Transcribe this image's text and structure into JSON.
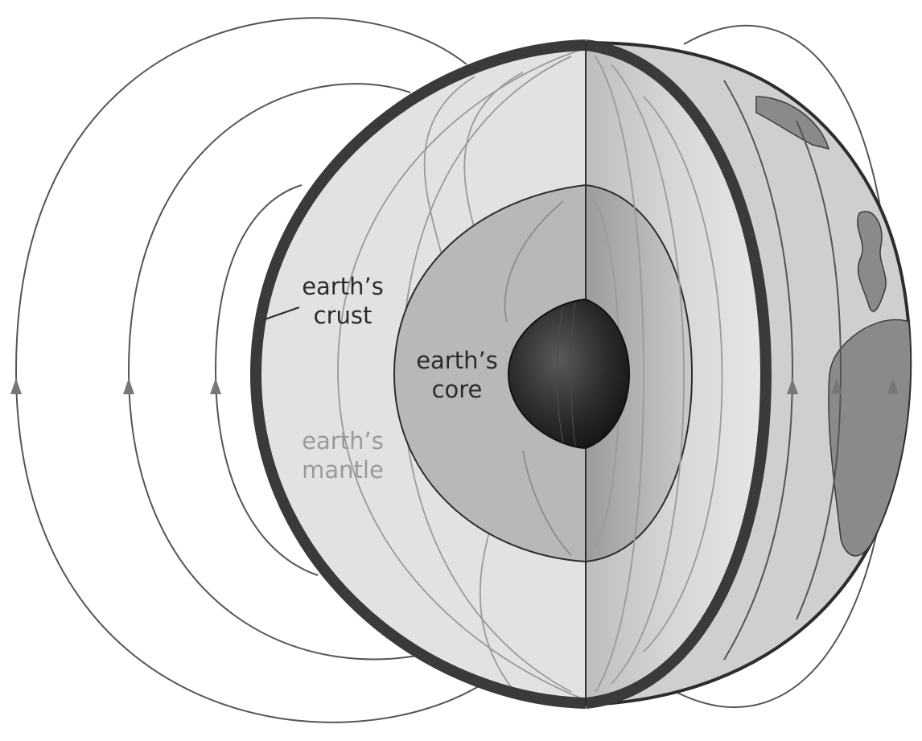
{
  "diagram": {
    "labels": {
      "crust": {
        "line1": "earth’s",
        "line2": "crust"
      },
      "core": {
        "line1": "earth’s",
        "line2": "core"
      },
      "mantle": {
        "line1": "earth’s",
        "line2": "mantle"
      }
    },
    "colors": {
      "crust": "#3a3a3a",
      "mantle_face": "#e2e2e2",
      "mantle_outer_surface": "#cfcfcf",
      "outer_core": "#b8b8b8",
      "inner_core": "#222222",
      "field_lines_outside": "#555555",
      "field_lines_inside": "#9a9a9a",
      "arrow": "#777777",
      "continent": "#8a8a8a"
    }
  }
}
